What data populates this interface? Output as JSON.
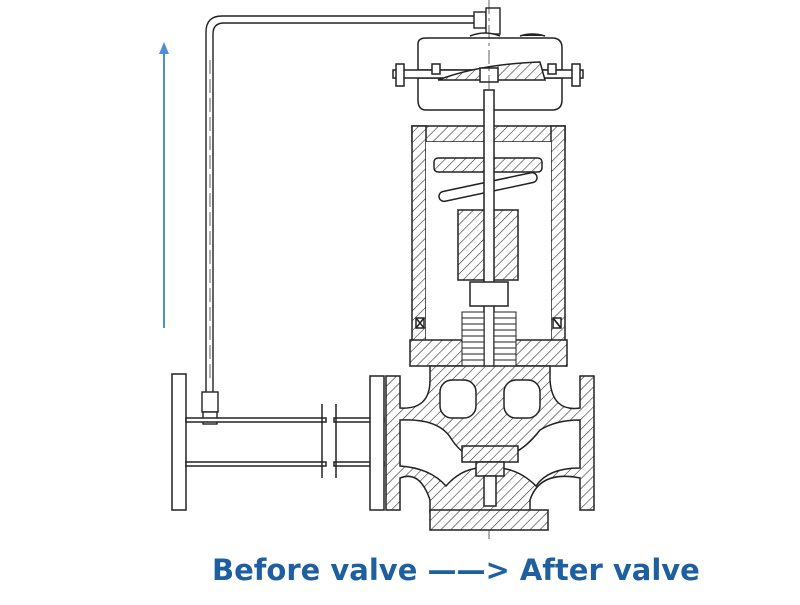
{
  "diagram": {
    "type": "technical-drawing",
    "subject": "self-operated pressure regulating valve (cross-section)",
    "caption": {
      "text": "Before valve ——> After valve",
      "color": "#1e5fa0"
    },
    "flow_arrow": {
      "direction": "up",
      "color": "#4a8fd4"
    },
    "line_color": "#222222",
    "components": [
      "diaphragm-actuator",
      "impulse-pipe",
      "spring-housing",
      "compression-spring",
      "bellows-seal",
      "valve-stem",
      "valve-body",
      "valve-plug",
      "inlet-pipe-section",
      "inlet-flange",
      "body-flanges",
      "bottom-cover"
    ]
  }
}
